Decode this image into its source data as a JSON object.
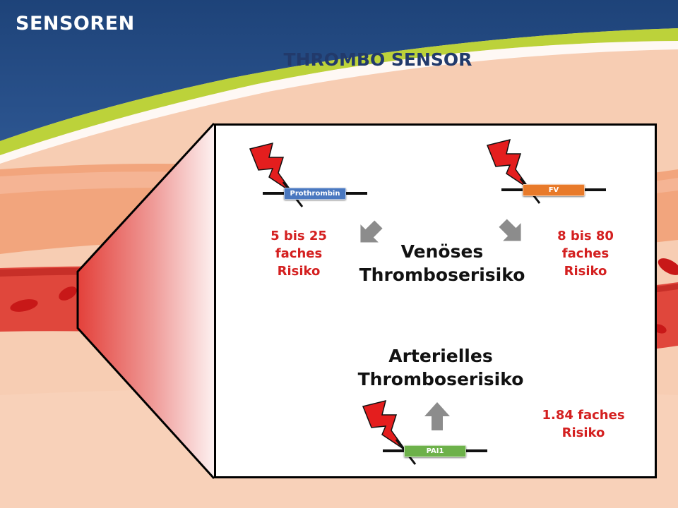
{
  "header": {
    "section": "SENSOREN",
    "title": "THROMBO SENSOR"
  },
  "panel": {
    "venous": {
      "line1": "Venöses",
      "line2": "Thromboserisiko"
    },
    "arterial": {
      "line1": "Arterielles",
      "line2": "Thromboserisiko"
    },
    "genes": {
      "prothrombin": {
        "label": "Prothrombin",
        "color": "#4a78c0",
        "risk": [
          "5 bis 25",
          "faches",
          "Risiko"
        ]
      },
      "fv": {
        "label": "FV",
        "color": "#e87a2a",
        "risk": [
          "8 bis 80",
          "faches",
          "Risiko"
        ]
      },
      "pai1": {
        "label": "PAI1",
        "color": "#6db14a",
        "risk": [
          "1.84 faches",
          "Risiko"
        ]
      }
    }
  },
  "colors": {
    "header_blue": "#264b84",
    "accent_green": "#bcd23a",
    "risk_red": "#d42020",
    "arrow_gray": "#8c8c8c",
    "bolt_red": "#e41e1e"
  }
}
